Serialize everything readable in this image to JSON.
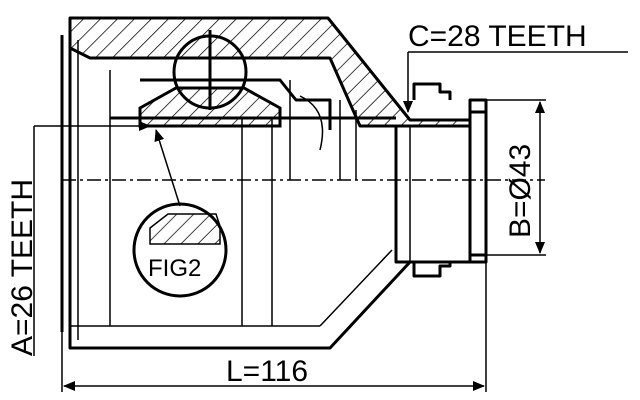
{
  "labels": {
    "spline_a": "A=26 TEETH",
    "diameter_b": "B=Ø43",
    "spline_c": "C=28 TEETH",
    "length_l": "L=116",
    "detail": "FIG2"
  }
}
